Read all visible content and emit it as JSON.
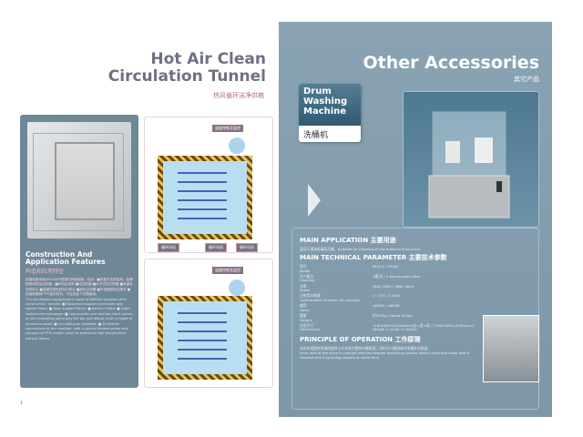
{
  "left": {
    "title": [
      "Hot Air Clean",
      "Circulation Tunnel"
    ],
    "title_cn": "热风循环洁净烘箱",
    "features_title": [
      "Construction And",
      "Application Features"
    ],
    "features_title_cn": "构造和应用特征",
    "features_cn": "烘箱设备采用AISI304不锈钢内外面制造，包括：■设备内支架结构、品牌配套风机及加热器，■风机及电机 ■电加热器 ■水冷式热交换器 ■风道及送回风口 ■温度控制系统及记录仪 ■高效过滤器 ■不锈钢层架及推车 ■设备接管和PTFE密封材料，可在高温下长期使用。",
    "features_en": "The sterilization equipment is made of AISI304 stainless steel construction. Include: ■ Equipment support structures with square tubes. ■ Body support frame. ■ electric heater ■ water cooled heat exchanger. ■ Low-ecstatic part and bay front covers on the controlling panel only the top and lateral cover is made of aluminum panel. ■ circulating air propeller. ■ All flexible connections to the chamber, with a special thermal probe with compound PTFE molten cover to withstand high temperature without failure.",
    "diagram1_title": "温度控制及监控",
    "diagram2_title": "温度控制及监控",
    "diagram_tags": [
      "循环风机",
      "循环风机",
      "循环风机"
    ],
    "page": "1"
  },
  "right": {
    "title": "Other Accessories",
    "title_cn": "其它产品",
    "label": [
      "Drum",
      "Washing",
      "Machine"
    ],
    "label_cn": "洗桶机",
    "main_application": "MAIN APPLICATION",
    "main_application_cn": "主要用途",
    "application_text": "适用于清洗低毒药品桶。Suitable for cleaning of low-material drug drum.",
    "params_title": "MAIN TECHNICAL PARAMETER",
    "params_title_cn": "主要技术参数",
    "params": [
      {
        "label_cn": "型号",
        "label": "Model",
        "value": "MCQ-1 / MCQH"
      },
      {
        "label_cn": "生产能力",
        "label": "Capacity",
        "value": "2桶/次 / 2 barrels each time"
      },
      {
        "label_cn": "功率",
        "label": "Power",
        "value": "3KW, 380V / 3KW, 380V"
      },
      {
        "label_cn": "注射用水耗量",
        "label": "Consumption of water for injection",
        "value": "2~4T/h / 2-4T/h"
      },
      {
        "label_cn": "噪音",
        "label": "Noise",
        "value": "≤65dB / ≤65dB"
      },
      {
        "label_cn": "重量",
        "label": "Weight",
        "value": "约500kg / About 500kg"
      },
      {
        "label_cn": "外形尺寸",
        "label": "Dimensions",
        "value": "1160×850×2000(mm)(长×宽×高) / 1160×850×2000(mm) (length × width × height)"
      }
    ],
    "principle_title": "PRINCIPLE OF OPERATION",
    "principle_title_cn": "工作原理",
    "principle_cn": "本机利用旋转喷淋的旋转上升冲洗内壁的内桶表面，同时开口管喷淋冲洗桶外的表面。",
    "principle_en": "Inner wall of the drum is cleaned with fan-shaped sprinkling nozzles rotary rising and outer wall is cleaned with 8 spraying nozzles at same time."
  }
}
